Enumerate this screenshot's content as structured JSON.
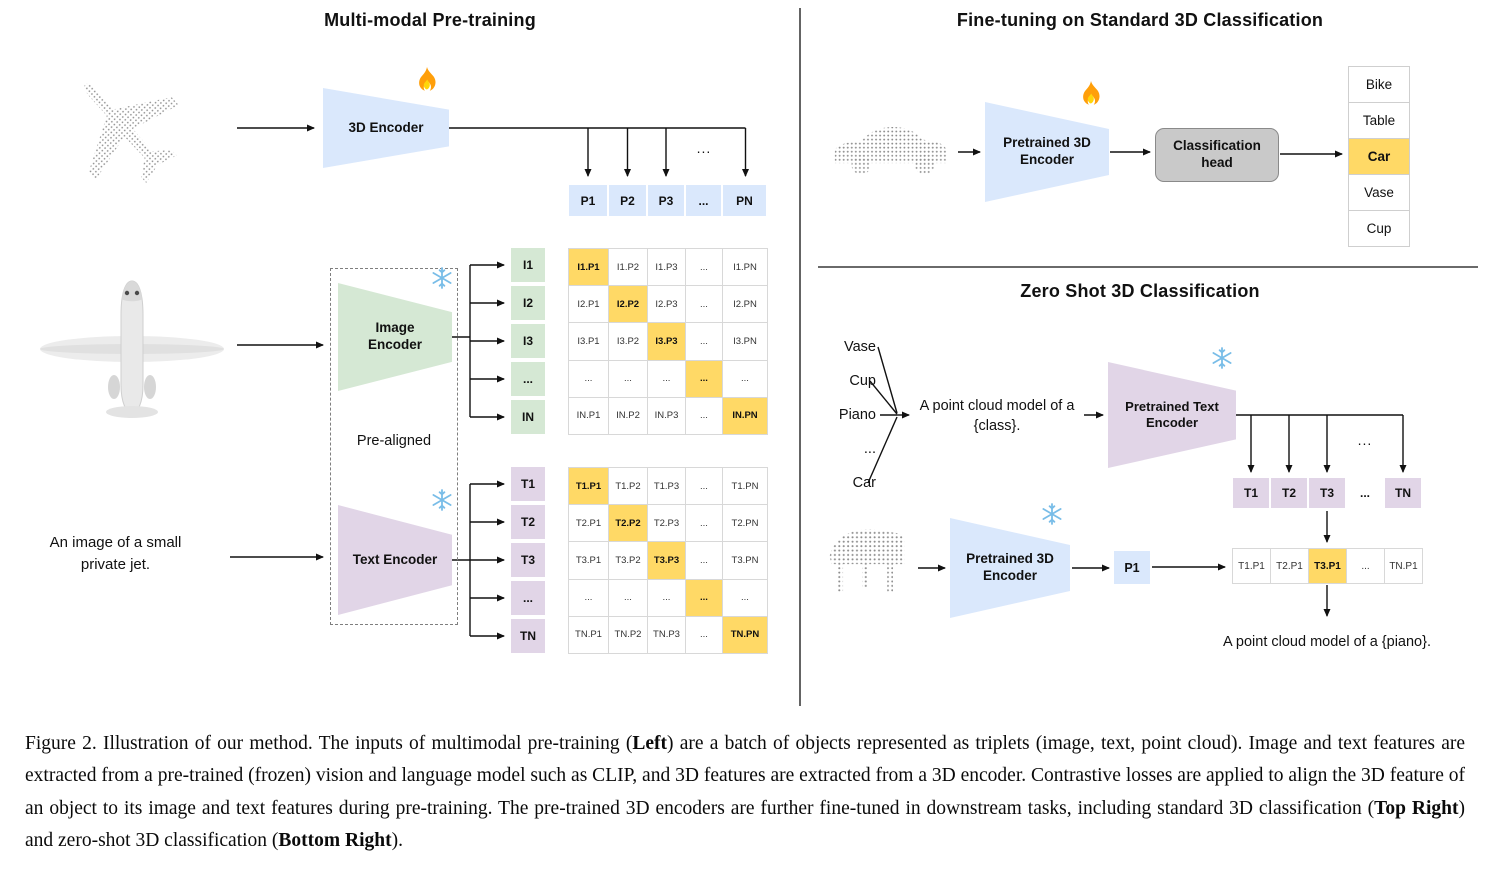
{
  "colors": {
    "highlight": "#ffd966",
    "pointcloud_blue": "#dae8fc",
    "image_green": "#d5e8d4",
    "text_purple": "#e1d5e7",
    "head_gray": "#c9c9c9"
  },
  "icons": {
    "trainable": "fire-icon",
    "frozen": "snowflake-icon"
  },
  "ellipsis": "...",
  "left": {
    "title": "Multi-modal Pre-training",
    "encoder_3d_label": "3D Encoder",
    "image_encoder_label": "Image Encoder",
    "text_encoder_label": "Text Encoder",
    "pre_aligned_label": "Pre-aligned",
    "input_text_caption": "An image of a small private jet.",
    "p_header": [
      "P1",
      "P2",
      "P3",
      "...",
      "PN"
    ],
    "i_labels": [
      "I1",
      "I2",
      "I3",
      "...",
      "IN"
    ],
    "t_labels": [
      "T1",
      "T2",
      "T3",
      "...",
      "TN"
    ],
    "i_matrix": [
      [
        "I1.P1",
        "I1.P2",
        "I1.P3",
        "...",
        "I1.PN"
      ],
      [
        "I2.P1",
        "I2.P2",
        "I2.P3",
        "...",
        "I2.PN"
      ],
      [
        "I3.P1",
        "I3.P2",
        "I3.P3",
        "...",
        "I3.PN"
      ],
      [
        "...",
        "...",
        "...",
        "...",
        "..."
      ],
      [
        "IN.P1",
        "IN.P2",
        "IN.P3",
        "...",
        "IN.PN"
      ]
    ],
    "t_matrix": [
      [
        "T1.P1",
        "T1.P2",
        "T1.P3",
        "...",
        "T1.PN"
      ],
      [
        "T2.P1",
        "T2.P2",
        "T2.P3",
        "...",
        "T2.PN"
      ],
      [
        "T3.P1",
        "T3.P2",
        "T3.P3",
        "...",
        "T3.PN"
      ],
      [
        "...",
        "...",
        "...",
        "...",
        "..."
      ],
      [
        "TN.P1",
        "TN.P2",
        "TN.P3",
        "...",
        "TN.PN"
      ]
    ]
  },
  "top_right": {
    "title": "Fine-tuning on Standard 3D Classification",
    "encoder_label": "Pretrained 3D Encoder",
    "head_label": "Classification head",
    "classes": [
      "Bike",
      "Table",
      "Car",
      "Vase",
      "Cup"
    ],
    "highlight_index": 2
  },
  "bottom_right": {
    "title": "Zero Shot 3D Classification",
    "class_words": [
      "Vase",
      "Cup",
      "Piano",
      "...",
      "Car"
    ],
    "prompt_text": "A point cloud model of a {class}.",
    "text_encoder_label": "Pretrained Text Encoder",
    "encoder_3d_label": "Pretrained 3D Encoder",
    "t_header": [
      "T1",
      "T2",
      "T3",
      "...",
      "TN"
    ],
    "p_cell": "P1",
    "result_row": [
      "T1.P1",
      "T2.P1",
      "T3.P1",
      "...",
      "TN.P1"
    ],
    "highlight_index": 2,
    "output_text": "A point cloud model of a {piano}."
  },
  "caption": {
    "segments": [
      {
        "text": "Figure 2. Illustration of our method. The inputs of multimodal pre-training (",
        "bold": false
      },
      {
        "text": "Left",
        "bold": true
      },
      {
        "text": ") are a batch of objects represented as triplets (image, text, point cloud). Image and text features are extracted from a pre-trained (frozen) vision and language model such as CLIP, and 3D features are extracted from a 3D encoder. Contrastive losses are applied to align the 3D feature of an object to its image and text features during pre-training. The pre-trained 3D encoders are further fine-tuned in downstream tasks, including standard 3D classification (",
        "bold": false
      },
      {
        "text": "Top Right",
        "bold": true
      },
      {
        "text": ") and zero-shot 3D classification (",
        "bold": false
      },
      {
        "text": "Bottom Right",
        "bold": true
      },
      {
        "text": ").",
        "bold": false
      }
    ]
  }
}
